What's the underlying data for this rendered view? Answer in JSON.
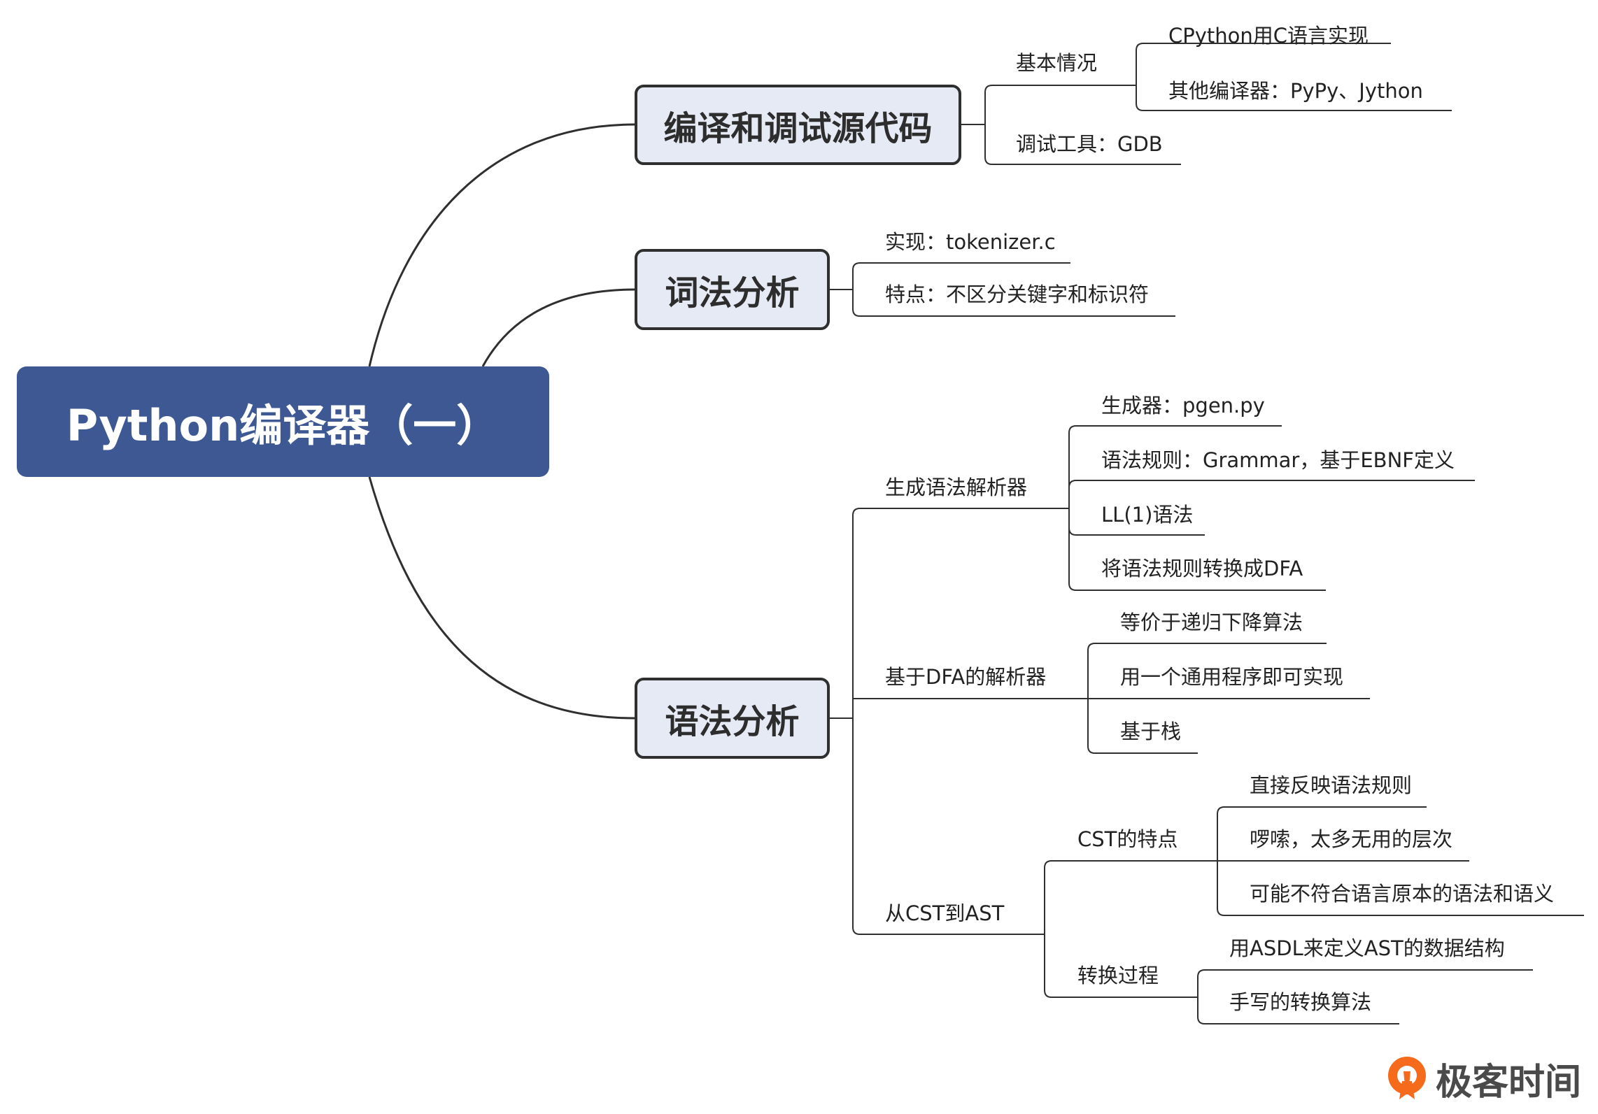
{
  "root": {
    "label": "Python编译器（一）"
  },
  "topics": {
    "compile": {
      "label": "编译和调试源代码",
      "basic": {
        "label": "基本情况",
        "items": [
          "CPython用C语言实现",
          "其他编译器：PyPy、Jython"
        ]
      },
      "debug": "调试工具：GDB"
    },
    "lexer": {
      "label": "词法分析",
      "items": [
        "实现：tokenizer.c",
        "特点：不区分关键字和标识符"
      ]
    },
    "parser": {
      "label": "语法分析",
      "gen": {
        "label": "生成语法解析器",
        "items": [
          "生成器：pgen.py",
          "语法规则：Grammar，基于EBNF定义",
          "LL(1)语法",
          "将语法规则转换成DFA"
        ]
      },
      "dfa": {
        "label": "基于DFA的解析器",
        "items": [
          "等价于递归下降算法",
          "用一个通用程序即可实现",
          "基于栈"
        ]
      },
      "ast": {
        "label": "从CST到AST",
        "cst": {
          "label": "CST的特点",
          "items": [
            "直接反映语法规则",
            "啰嗦，太多无用的层次",
            "可能不符合语言原本的语法和语义"
          ]
        },
        "convert": {
          "label": "转换过程",
          "items": [
            "用ASDL来定义AST的数据结构",
            "手写的转换算法"
          ]
        }
      }
    }
  },
  "logo": {
    "text": "极客时间",
    "color": "#f56a1b"
  },
  "colors": {
    "root": "#3e5893",
    "topic_fill": "#e5eaf5",
    "line": "#2f2f2f"
  }
}
